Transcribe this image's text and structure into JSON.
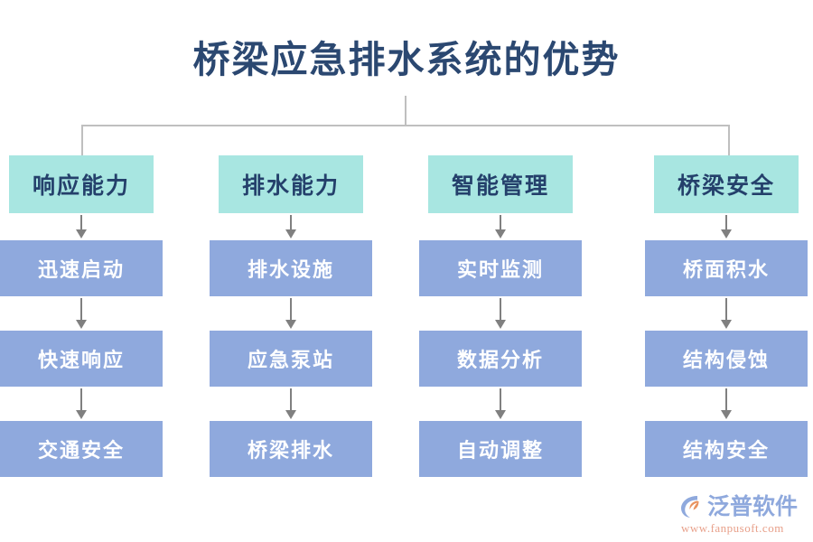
{
  "title": "桥梁应急排水系统的优势",
  "colors": {
    "title_text": "#2B4871",
    "header_box_fill": "#A8E6E1",
    "header_box_text": "#24406B",
    "node_box_fill": "#8FA9DD",
    "node_box_text": "#FFFFFF",
    "connector": "#BFBFBF",
    "arrow": "#808080",
    "background": "#FFFFFF",
    "logo_blue": "#8FA9DD",
    "logo_orange": "#E8A08A"
  },
  "columns": [
    {
      "header": "响应能力",
      "nodes": [
        "迅速启动",
        "快速响应",
        "交通安全"
      ]
    },
    {
      "header": "排水能力",
      "nodes": [
        "排水设施",
        "应急泵站",
        "桥梁排水"
      ]
    },
    {
      "header": "智能管理",
      "nodes": [
        "实时监测",
        "数据分析",
        "自动调整"
      ]
    },
    {
      "header": "桥梁安全",
      "nodes": [
        "桥面积水",
        "结构侵蚀",
        "结构安全"
      ]
    }
  ],
  "logo": {
    "name": "泛普软件",
    "url": "www.fanpusoft.com"
  }
}
